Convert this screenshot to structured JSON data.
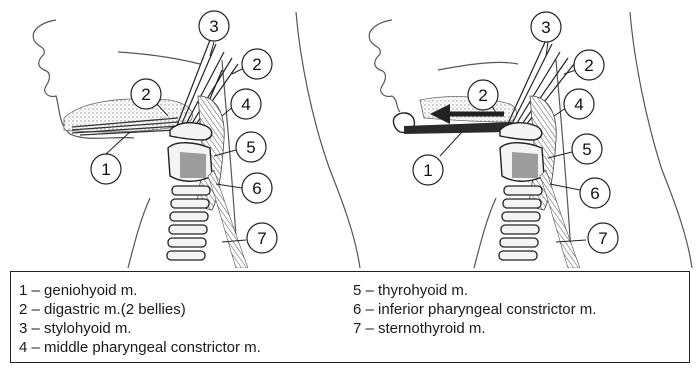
{
  "callouts": {
    "left": [
      "1",
      "2",
      "3",
      "2",
      "4",
      "5",
      "6",
      "7"
    ],
    "right": [
      "1",
      "2",
      "3",
      "2",
      "4",
      "5",
      "6",
      "7"
    ]
  },
  "legend": {
    "left_column": [
      "1 – geniohyoid m.",
      "2 – digastric m.(2 bellies)",
      "3 – stylohyoid m.",
      "4 – middle pharyngeal constrictor m."
    ],
    "right_column": [
      "5 – thyrohyoid m.",
      "6 – inferior pharyngeal constrictor m.",
      "7 – sternothyroid m."
    ]
  }
}
